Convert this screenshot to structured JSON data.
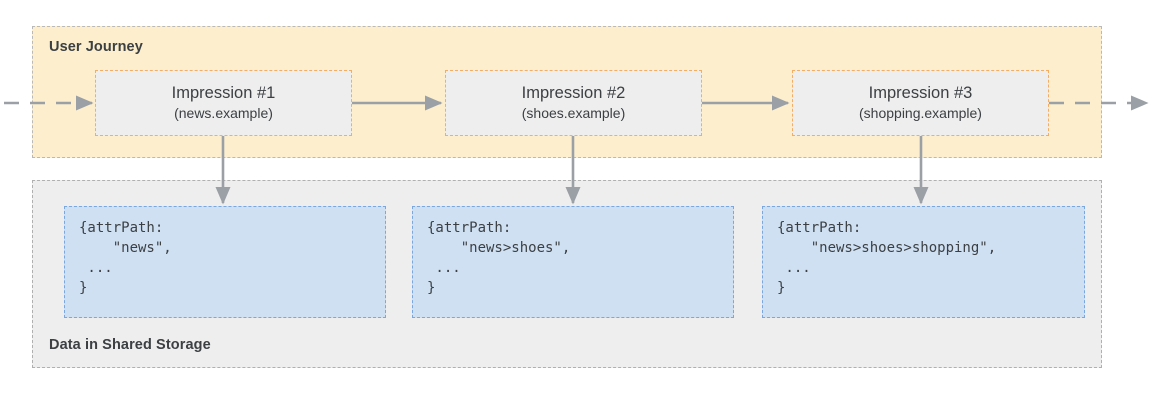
{
  "diagram": {
    "title": "User Journey and Shared Storage attrPath propagation",
    "colors": {
      "journey_band_fill": "#fdefcd",
      "journey_band_border": "#b9b9b9",
      "storage_band_fill": "#eeeeee",
      "storage_band_border": "#b0b0b0",
      "impression_fill": "#eeeeee",
      "impression_border": "#f5ad63",
      "codebox_fill": "#cfe0f3",
      "codebox_border": "#7ba7e0",
      "arrow": "#9aa0a6",
      "text": "#3c4043"
    }
  },
  "journey": {
    "label": "User Journey",
    "impressions": [
      {
        "title": "Impression #1",
        "site": "(news.example)"
      },
      {
        "title": "Impression #2",
        "site": "(shoes.example)"
      },
      {
        "title": "Impression #3",
        "site": "(shopping.example)"
      }
    ]
  },
  "storage": {
    "label": "Data in Shared Storage",
    "entries": [
      {
        "code": "{attrPath:\n    \"news\",\n ...\n}"
      },
      {
        "code": "{attrPath:\n    \"news>shoes\",\n ...\n}"
      },
      {
        "code": "{attrPath:\n    \"news>shoes>shopping\",\n ...\n}"
      }
    ]
  },
  "arrows": {
    "inbound": "dashed-arrow-right",
    "outbound": "dashed-arrow-right",
    "between_impressions": "solid-arrow-right",
    "impression_to_storage": "solid-arrow-down"
  }
}
